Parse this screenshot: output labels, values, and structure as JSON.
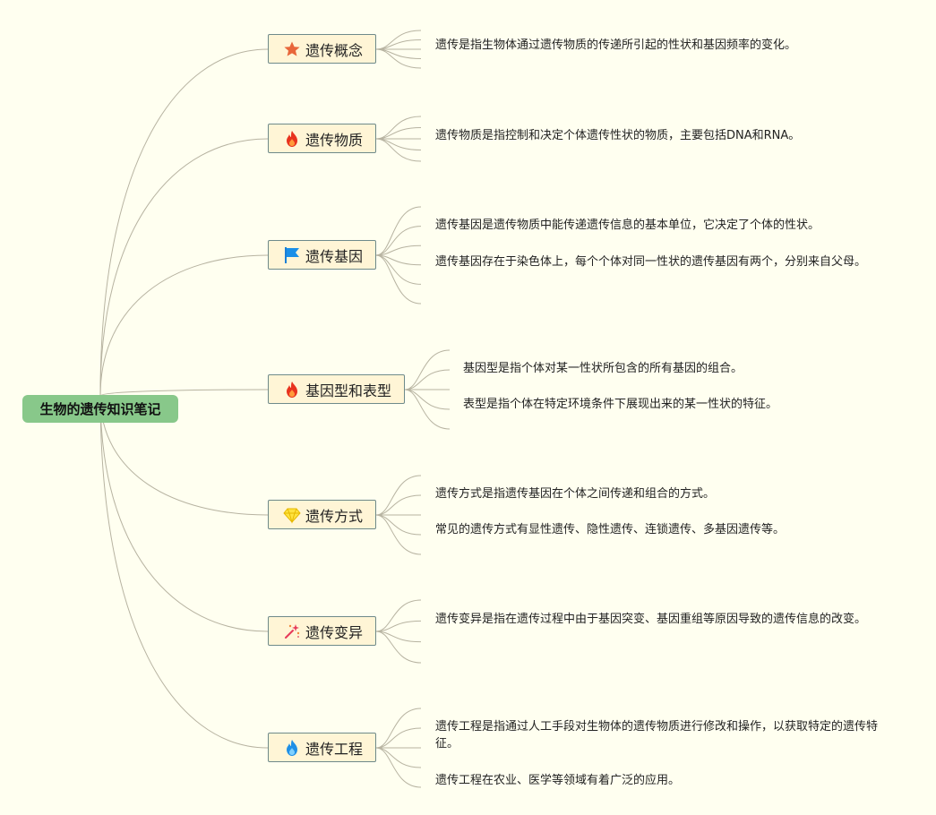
{
  "root": {
    "label": "生物的遗传知识笔记"
  },
  "topics": [
    {
      "label": "遗传概念",
      "icon": "star-icon",
      "notes": [
        "遗传是指生物体通过遗传物质的传递所引起的性状和基因频率的变化。"
      ]
    },
    {
      "label": "遗传物质",
      "icon": "fire-icon",
      "notes": [
        "遗传物质是指控制和决定个体遗传性状的物质，主要包括DNA和RNA。"
      ]
    },
    {
      "label": "遗传基因",
      "icon": "flag-icon",
      "notes": [
        "遗传基因是遗传物质中能传递遗传信息的基本单位，它决定了个体的性状。",
        "遗传基因存在于染色体上，每个个体对同一性状的遗传基因有两个，分别来自父母。"
      ]
    },
    {
      "label": "基因型和表型",
      "icon": "fire-icon",
      "notes": [
        "基因型是指个体对某一性状所包含的所有基因的组合。",
        "表型是指个体在特定环境条件下展现出来的某一性状的特征。"
      ]
    },
    {
      "label": "遗传方式",
      "icon": "diamond-icon",
      "notes": [
        "遗传方式是指遗传基因在个体之间传递和组合的方式。",
        "常见的遗传方式有显性遗传、隐性遗传、连锁遗传、多基因遗传等。"
      ]
    },
    {
      "label": "遗传变异",
      "icon": "sparkle-wand-icon",
      "notes": [
        "遗传变异是指在遗传过程中由于基因突变、基因重组等原因导致的遗传信息的改变。"
      ]
    },
    {
      "label": "遗传工程",
      "icon": "blue-flame-icon",
      "notes": [
        "遗传工程是指通过人工手段对生物体的遗传物质进行修改和操作，以获取特定的遗传特征。",
        "遗传工程在农业、医学等领域有着广泛的应用。"
      ]
    }
  ],
  "colors": {
    "root_fill": "#88c88a",
    "topic_fill": "#fff5d6",
    "topic_border": "#6e8a8a",
    "link": "#b7b3a1",
    "background": "#fffff0"
  }
}
